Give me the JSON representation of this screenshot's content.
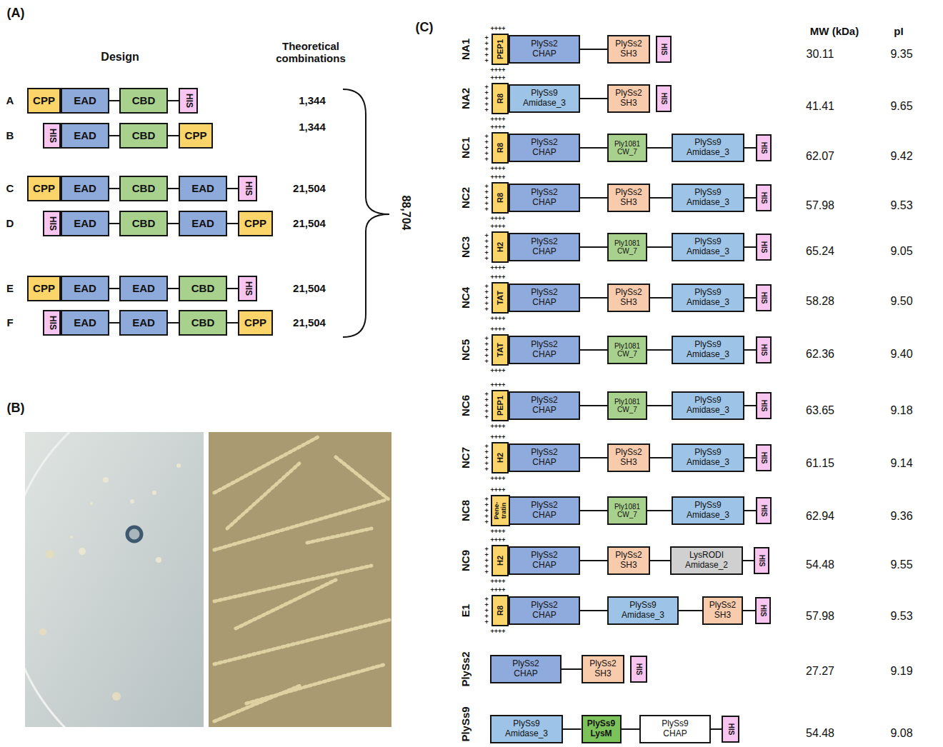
{
  "diagram": {
    "nodes": [
      {
        "text": [
          "CPP"
        ]
      },
      {
        "text": [
          "EAD"
        ]
      },
      {
        "text": [
          "CBD"
        ]
      },
      {
        "text": [
          "HIS"
        ]
      },
      {
        "text": [
          "HIS"
        ]
      },
      {
        "text": [
          "EAD"
        ]
      },
      {
        "text": [
          "CBD"
        ]
      },
      {
        "text": [
          "CPP"
        ]
      },
      {
        "text": [
          "CPP"
        ]
      },
      {
        "text": [
          "EAD"
        ]
      },
      {
        "text": [
          "CBD"
        ]
      },
      {
        "text": [
          "EAD"
        ]
      },
      {
        "text": [
          "HIS"
        ]
      },
      {
        "text": [
          "HIS"
        ]
      },
      {
        "text": [
          "EAD"
        ]
      },
      {
        "text": [
          "CBD"
        ]
      },
      {
        "text": [
          "EAD"
        ]
      },
      {
        "text": [
          "CPP"
        ]
      },
      {
        "text": [
          "CPP"
        ]
      },
      {
        "text": [
          "EAD"
        ]
      },
      {
        "text": [
          "EAD"
        ]
      },
      {
        "text": [
          "CBD"
        ]
      },
      {
        "text": [
          "HIS"
        ]
      },
      {
        "text": [
          "HIS"
        ]
      },
      {
        "text": [
          "EAD"
        ]
      },
      {
        "text": [
          "EAD"
        ]
      },
      {
        "text": [
          "CBD"
        ]
      },
      {
        "text": [
          "CPP"
        ]
      },
      {
        "text": [
          "PEP1"
        ]
      },
      {
        "text": [
          "PlySs2 CHAP"
        ]
      },
      {
        "text": [
          "PlySs2 SH3"
        ]
      },
      {
        "text": [
          "HIS"
        ]
      },
      {
        "text": [
          "R8"
        ]
      },
      {
        "text": [
          "PlySs9 Amidase_3"
        ]
      },
      {
        "text": [
          "PlySs2 SH3"
        ]
      },
      {
        "text": [
          "HIS"
        ]
      },
      {
        "text": [
          "R8"
        ]
      },
      {
        "text": [
          "PlySs2 CHAP"
        ]
      },
      {
        "text": [
          "Ply1081 CW_7"
        ]
      },
      {
        "text": [
          "PlySs9 Amidase_3"
        ]
      },
      {
        "text": [
          "HIS"
        ]
      },
      {
        "text": [
          "R8"
        ]
      },
      {
        "text": [
          "PlySs2 CHAP"
        ]
      },
      {
        "text": [
          "PlySs2 SH3"
        ]
      },
      {
        "text": [
          "PlySs9 Amidase_3"
        ]
      },
      {
        "text": [
          "HIS"
        ]
      },
      {
        "text": [
          "H2"
        ]
      },
      {
        "text": [
          "PlySs2 CHAP"
        ]
      },
      {
        "text": [
          "Ply1081 CW_7"
        ]
      },
      {
        "text": [
          "PlySs9 Amidase_3"
        ]
      },
      {
        "text": [
          "HIS"
        ]
      },
      {
        "text": [
          "TAT"
        ]
      },
      {
        "text": [
          "PlySs2 CHAP"
        ]
      },
      {
        "text": [
          "PlySs2 SH3"
        ]
      },
      {
        "text": [
          "PlySs9 Amidase_3"
        ]
      },
      {
        "text": [
          "HIS"
        ]
      },
      {
        "text": [
          "TAT"
        ]
      },
      {
        "text": [
          "PlySs2 CHAP"
        ]
      },
      {
        "text": [
          "Ply1081 CW_7"
        ]
      },
      {
        "text": [
          "PlySs9 Amidase_3"
        ]
      },
      {
        "text": [
          "HIS"
        ]
      },
      {
        "text": [
          "PEP1"
        ]
      },
      {
        "text": [
          "PlySs2 CHAP"
        ]
      },
      {
        "text": [
          "Ply1081 CW_7"
        ]
      },
      {
        "text": [
          "PlySs9 Amidase_3"
        ]
      },
      {
        "text": [
          "HIS"
        ]
      },
      {
        "text": [
          "H2"
        ]
      },
      {
        "text": [
          "PlySs2 CHAP"
        ]
      },
      {
        "text": [
          "PlySs2 SH3"
        ]
      },
      {
        "text": [
          "PlySs9 Amidase_3"
        ]
      },
      {
        "text": [
          "HIS"
        ]
      },
      {
        "text": [
          "Pene- tratin"
        ]
      },
      {
        "text": [
          "PlySs2 CHAP"
        ]
      },
      {
        "text": [
          "Ply1081 CW_7"
        ]
      },
      {
        "text": [
          "PlySs9 Amidase_3"
        ]
      },
      {
        "text": [
          "HIS"
        ]
      },
      {
        "text": [
          "H2"
        ]
      },
      {
        "text": [
          "PlySs2 CHAP"
        ]
      },
      {
        "text": [
          "PlySs2 SH3"
        ]
      },
      {
        "text": [
          "LysRODI Amidase_2"
        ]
      },
      {
        "text": [
          "HIS"
        ]
      },
      {
        "text": [
          "R8"
        ]
      },
      {
        "text": [
          "PlySs2 CHAP"
        ]
      },
      {
        "text": [
          "PlySs9 Amidase_3"
        ]
      },
      {
        "text": [
          "PlySs2 SH3"
        ]
      },
      {
        "text": [
          "HIS"
        ]
      },
      {
        "text": [
          "PlySs2 CHAP"
        ]
      },
      {
        "text": [
          "PlySs2 SH3"
        ]
      },
      {
        "text": [
          "HIS"
        ]
      },
      {
        "text": [
          "PlySs9 Amidase_3"
        ]
      },
      {
        "text": [
          "PlySs9 LysM"
        ]
      },
      {
        "text": [
          "PlySs9 CHAP"
        ]
      },
      {
        "text": [
          "HIS"
        ]
      }
    ],
    "edges": [
      {
        "from": 1,
        "to": 2,
        "arrow": "none"
      },
      {
        "from": 2,
        "to": 3,
        "arrow": "none"
      },
      {
        "from": 5,
        "to": 6,
        "arrow": "none"
      },
      {
        "from": 6,
        "to": 7,
        "arrow": "none"
      },
      {
        "from": 9,
        "to": 10,
        "arrow": "none"
      },
      {
        "from": 10,
        "to": 11,
        "arrow": "none"
      },
      {
        "from": 11,
        "to": 12,
        "arrow": "none"
      },
      {
        "from": 14,
        "to": 15,
        "arrow": "none"
      },
      {
        "from": 15,
        "to": 16,
        "arrow": "none"
      },
      {
        "from": 16,
        "to": 17,
        "arrow": "none"
      },
      {
        "from": 19,
        "to": 20,
        "arrow": "none"
      },
      {
        "from": 20,
        "to": 21,
        "arrow": "none"
      },
      {
        "from": 21,
        "to": 22,
        "arrow": "none"
      },
      {
        "from": 24,
        "to": 25,
        "arrow": "none"
      },
      {
        "from": 25,
        "to": 26,
        "arrow": "none"
      },
      {
        "from": 26,
        "to": 27,
        "arrow": "none"
      },
      {
        "from": 29,
        "to": 30,
        "arrow": "none"
      },
      {
        "from": 33,
        "to": 34,
        "arrow": "none"
      },
      {
        "from": 37,
        "to": 38,
        "arrow": "none"
      },
      {
        "from": 38,
        "to": 39,
        "arrow": "none"
      },
      {
        "from": 39,
        "to": 40,
        "arrow": "none"
      },
      {
        "from": 42,
        "to": 43,
        "arrow": "none"
      },
      {
        "from": 43,
        "to": 44,
        "arrow": "none"
      },
      {
        "from": 44,
        "to": 45,
        "arrow": "none"
      },
      {
        "from": 47,
        "to": 48,
        "arrow": "none"
      },
      {
        "from": 48,
        "to": 49,
        "arrow": "none"
      },
      {
        "from": 49,
        "to": 50,
        "arrow": "none"
      },
      {
        "from": 52,
        "to": 53,
        "arrow": "none"
      },
      {
        "from": 53,
        "to": 54,
        "arrow": "none"
      },
      {
        "from": 54,
        "to": 55,
        "arrow": "none"
      },
      {
        "from": 57,
        "to": 58,
        "arrow": "none"
      },
      {
        "from": 58,
        "to": 59,
        "arrow": "none"
      },
      {
        "from": 59,
        "to": 60,
        "arrow": "none"
      },
      {
        "from": 62,
        "to": 63,
        "arrow": "none"
      },
      {
        "from": 63,
        "to": 64,
        "arrow": "none"
      },
      {
        "from": 64,
        "to": 65,
        "arrow": "none"
      },
      {
        "from": 67,
        "to": 68,
        "arrow": "none"
      },
      {
        "from": 68,
        "to": 69,
        "arrow": "none"
      },
      {
        "from": 69,
        "to": 70,
        "arrow": "none"
      },
      {
        "from": 72,
        "to": 73,
        "arrow": "none"
      },
      {
        "from": 73,
        "to": 74,
        "arrow": "none"
      },
      {
        "from": 74,
        "to": 75,
        "arrow": "none"
      },
      {
        "from": 77,
        "to": 78,
        "arrow": "none"
      },
      {
        "from": 78,
        "to": 79,
        "arrow": "none"
      },
      {
        "from": 79,
        "to": 80,
        "arrow": "none"
      },
      {
        "from": 82,
        "to": 83,
        "arrow": "none"
      },
      {
        "from": 83,
        "to": 84,
        "arrow": "none"
      },
      {
        "from": 84,
        "to": 85,
        "arrow": "none"
      },
      {
        "from": 86,
        "to": 87,
        "arrow": "none"
      },
      {
        "from": 89,
        "to": 90,
        "arrow": "none"
      },
      {
        "from": 90,
        "to": 91,
        "arrow": "none"
      },
      {
        "from": 91,
        "to": 92,
        "arrow": "none"
      }
    ],
    "labels": [
      "(A)",
      "Design",
      "Theoretical combinations",
      "A",
      "1,344",
      "B",
      "1,344",
      "C",
      "21,504",
      "D",
      "21,504",
      "E",
      "21,504",
      "F",
      "21,504",
      "88,704",
      "(B)",
      "(C)",
      "MW (kDa)",
      "pI",
      "NA1",
      "++++",
      "+++++",
      "++++",
      "30.11",
      "9.35",
      "NA2",
      "++++",
      "+++++",
      "++++",
      "41.41",
      "9.65",
      "NC1",
      "++++",
      "+++++",
      "++++",
      "62.07",
      "9.42",
      "NC2",
      "++++",
      "+++++",
      "++++",
      "57.98",
      "9.53",
      "NC3",
      "++++",
      "+++++",
      "++++",
      "65.24",
      "9.05",
      "NC4",
      "++++",
      "+++++",
      "++++",
      "58.28",
      "9.50",
      "NC5",
      "++++",
      "+++++",
      "++++",
      "62.36",
      "9.40",
      "NC6",
      "++++",
      "+++++",
      "++++",
      "63.65",
      "9.18",
      "NC7",
      "++++",
      "+++++",
      "++++",
      "61.15",
      "9.14",
      "NC8",
      "++++",
      "+++++",
      "++++",
      "62.94",
      "9.36",
      "NC9",
      "++++",
      "+++++",
      "++++",
      "54.48",
      "9.55",
      "E1",
      "++++",
      "+++++",
      "++++",
      "57.98",
      "9.53",
      "PlySs2",
      "27.27",
      "9.19",
      "PlySs9",
      "54.48",
      "9.08"
    ]
  }
}
